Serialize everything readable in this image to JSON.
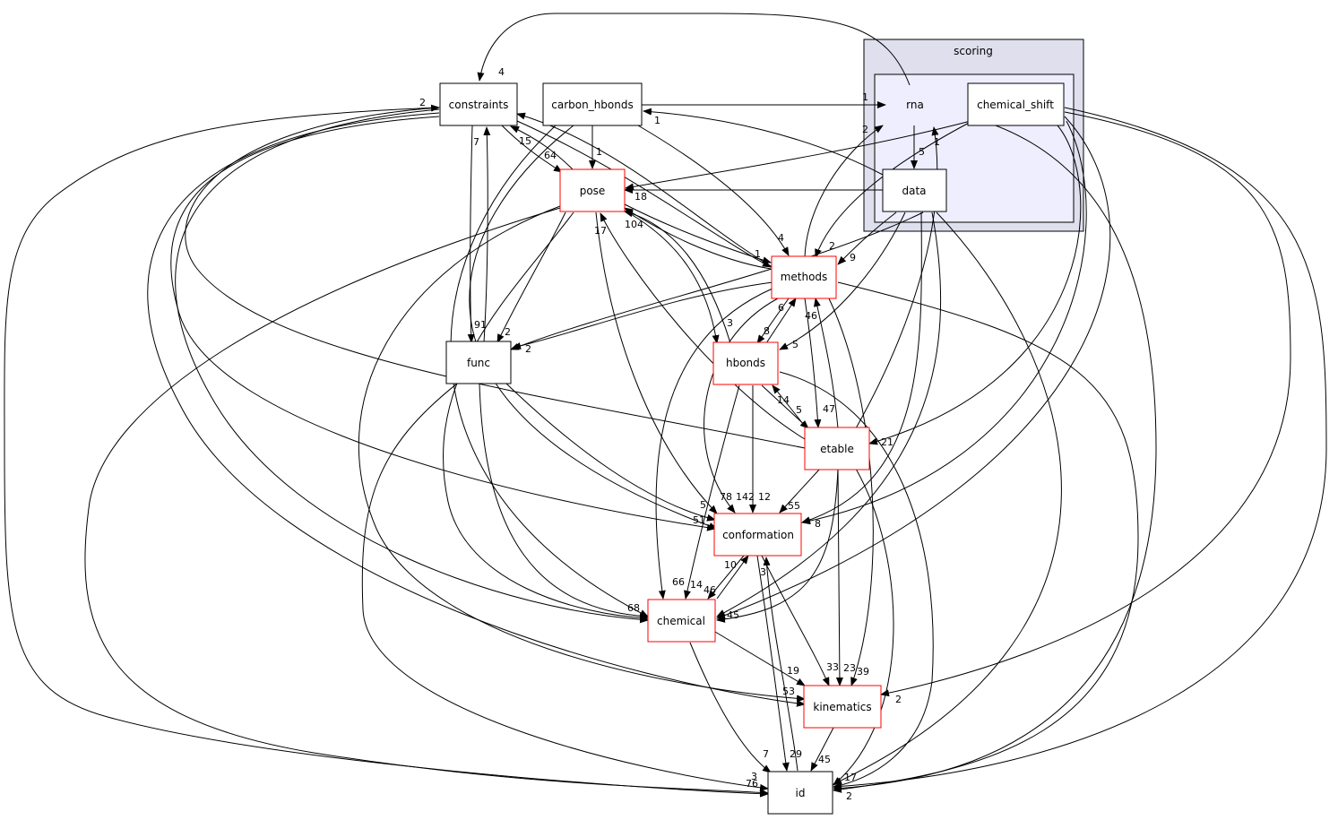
{
  "clusters": {
    "scoring": {
      "label": "scoring",
      "fill": "#dfdfee",
      "stroke": "#000000"
    },
    "scoring_inner": {
      "fill": "#eeeeff",
      "stroke": "#000000"
    }
  },
  "nodes": {
    "constraints": {
      "label": "constraints",
      "border": "#000000"
    },
    "carbon_hbonds": {
      "label": "carbon_hbonds",
      "border": "#000000"
    },
    "rna": {
      "label": "rna",
      "border": "none"
    },
    "chemical_shift": {
      "label": "chemical_shift",
      "border": "#000000"
    },
    "data": {
      "label": "data",
      "border": "#000000"
    },
    "pose": {
      "label": "pose",
      "border": "#ff0000"
    },
    "methods": {
      "label": "methods",
      "border": "#ff0000"
    },
    "func": {
      "label": "func",
      "border": "#000000"
    },
    "hbonds": {
      "label": "hbonds",
      "border": "#ff0000"
    },
    "etable": {
      "label": "etable",
      "border": "#ff0000"
    },
    "conformation": {
      "label": "conformation",
      "border": "#ff0000"
    },
    "chemical": {
      "label": "chemical",
      "border": "#ff0000"
    },
    "kinematics": {
      "label": "kinematics",
      "border": "#ff0000"
    },
    "id": {
      "label": "id",
      "border": "#000000"
    }
  },
  "edge_labels": {
    "rna_constraints": "4",
    "ch_constraints": "2",
    "carbon_rna": "1",
    "etable_constraints": "1",
    "rna_data": "5",
    "data_pose": "18",
    "data_methods": "2",
    "data_methods2": "9",
    "data_hbonds": "5",
    "constraints_pose": "64",
    "pose_constraints": "15",
    "constraints_func": "7",
    "func_constraints": "91",
    "carbon_pose": "1",
    "carbon_methods": "4",
    "methods_rna": "2",
    "etable_rna": "1",
    "pose_methods": "1",
    "methods_pose": "104",
    "pose_func": "2",
    "methods_func": "2",
    "methods_hbonds": "8",
    "hbonds_methods": "6",
    "pose_hbonds": "3",
    "etable_methods": "47",
    "methods_etable": "46",
    "hbonds_etable": "5",
    "etable_hbonds": "14",
    "conf_etable": "21",
    "func_conformation": "5",
    "pose_conformation": "78",
    "methods_conformation": "142",
    "hbonds_conformation": "12",
    "etable_conformation": "55",
    "chem_conf_side": "8",
    "constraints_conformation": "51",
    "methods_chemical": "66",
    "hbonds_chemical": "14",
    "conformation_chemical": "10",
    "chemical_conformation": "46",
    "func_chemical": "68",
    "chemical_side": "45",
    "chemical_kinematics": "19",
    "conformation_kinematics": "33",
    "etable_kinematics": "23",
    "methods_kinematics": "39",
    "pose_kinematics": "53",
    "cs_kinematics": "2",
    "chemical_id": "7",
    "conformation_id": "29",
    "kinematics_id": "45",
    "func_id": "3",
    "pose_id": "76",
    "id_right1": "17",
    "id_right2": "2",
    "pose_hbonds_top": "17",
    "id_conf": "3"
  }
}
